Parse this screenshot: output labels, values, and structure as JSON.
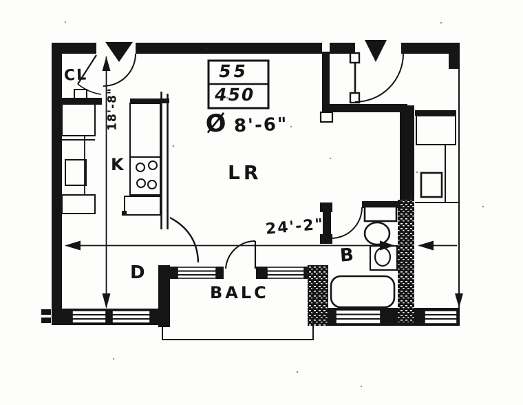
{
  "document": {
    "type": "scanned-floor-plan",
    "colors": {
      "ink": "#151515",
      "paper": "#fdfdfc"
    }
  },
  "rooms": {
    "closet": "CL",
    "kitchen": "K",
    "living_room": "LR",
    "dinette": "D",
    "bathroom": "B",
    "balcony": "BALC"
  },
  "annotations": {
    "unit_number": "55",
    "area_sqft": "450",
    "diameter_symbol": "Ø",
    "diameter_value": "8'-6\"",
    "width_dimension": "24'-2\"",
    "height_dimension": "18'-8\""
  },
  "icons": {
    "entry_markers": "solid triangle apartment-entry symbols",
    "fixtures": [
      "stove-burners",
      "toilet",
      "sink",
      "bathtub",
      "windows",
      "door-swings",
      "dimension-arrows"
    ]
  }
}
